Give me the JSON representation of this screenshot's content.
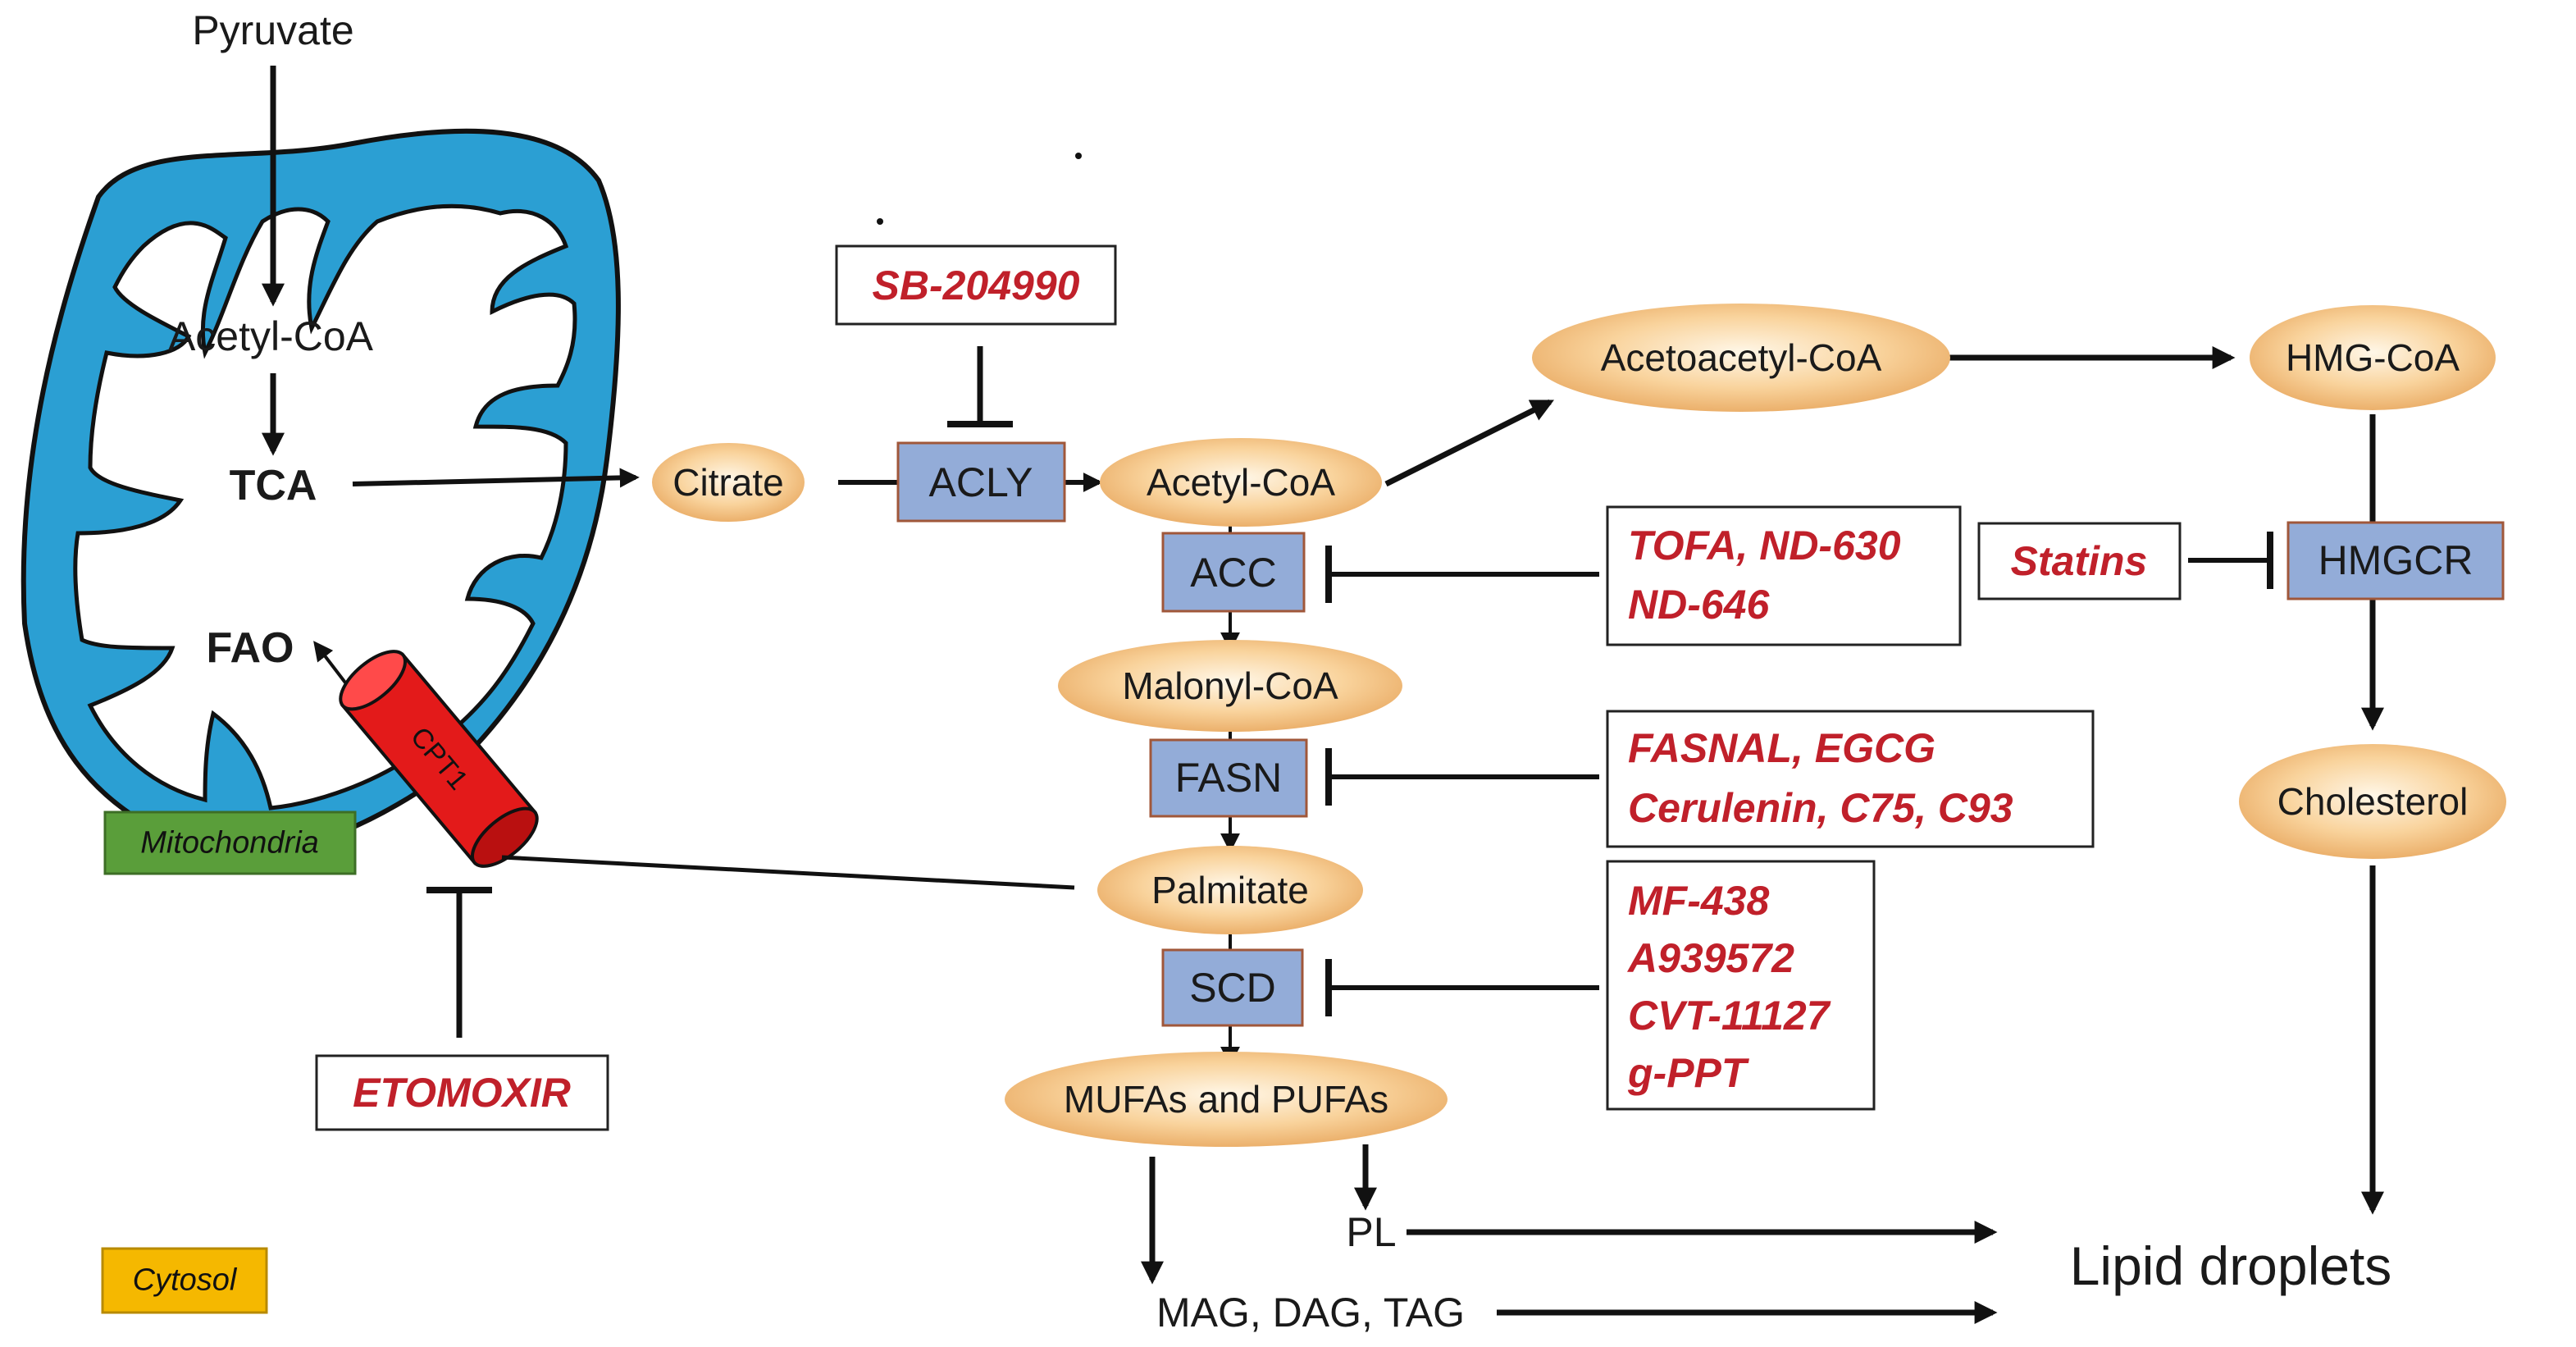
{
  "colors": {
    "mito_membrane": "#2b9fd3",
    "metabolite_fill": "#f7c98a",
    "enzyme_fill": "#93acd8",
    "enzyme_border": "#a0573a",
    "inhibitor_text": "#c0202a",
    "cpt1_fill": "#e31a1a",
    "mitochondria_label_bg": "#5a9e3a",
    "cytosol_label_bg": "#f5b800"
  },
  "mitochondrion": {
    "pyruvate": "Pyruvate",
    "acetyl_coa": "Acetyl-CoA",
    "tca": "TCA",
    "fao": "FAO",
    "cpt1": "CPT1",
    "label": "Mitochondria"
  },
  "compartment": {
    "cytosol": "Cytosol"
  },
  "metabolites": {
    "citrate": "Citrate",
    "acetyl_coa": "Acetyl-CoA",
    "acetoacetyl_coa": "Acetoacetyl-CoA",
    "hmg_coa": "HMG-CoA",
    "malonyl_coa": "Malonyl-CoA",
    "palmitate": "Palmitate",
    "mufas_pufas": "MUFAs and PUFAs",
    "cholesterol": "Cholesterol"
  },
  "enzymes": {
    "acly": "ACLY",
    "acc": "ACC",
    "fasn": "FASN",
    "scd": "SCD",
    "hmgcr": "HMGCR"
  },
  "inhibitors": {
    "acly": [
      "SB-204990"
    ],
    "acc": [
      "TOFA, ND-630",
      "ND-646"
    ],
    "fasn": [
      "FASNAL, EGCG",
      "Cerulenin, C75, C93"
    ],
    "scd": [
      "MF-438",
      "A939572",
      "CVT-11127",
      "g-PPT"
    ],
    "hmgcr": [
      "Statins"
    ],
    "cpt1": [
      "ETOMOXIR"
    ]
  },
  "products": {
    "pl": "PL",
    "glycerides": "MAG, DAG, TAG",
    "lipid_droplets": "Lipid droplets"
  }
}
